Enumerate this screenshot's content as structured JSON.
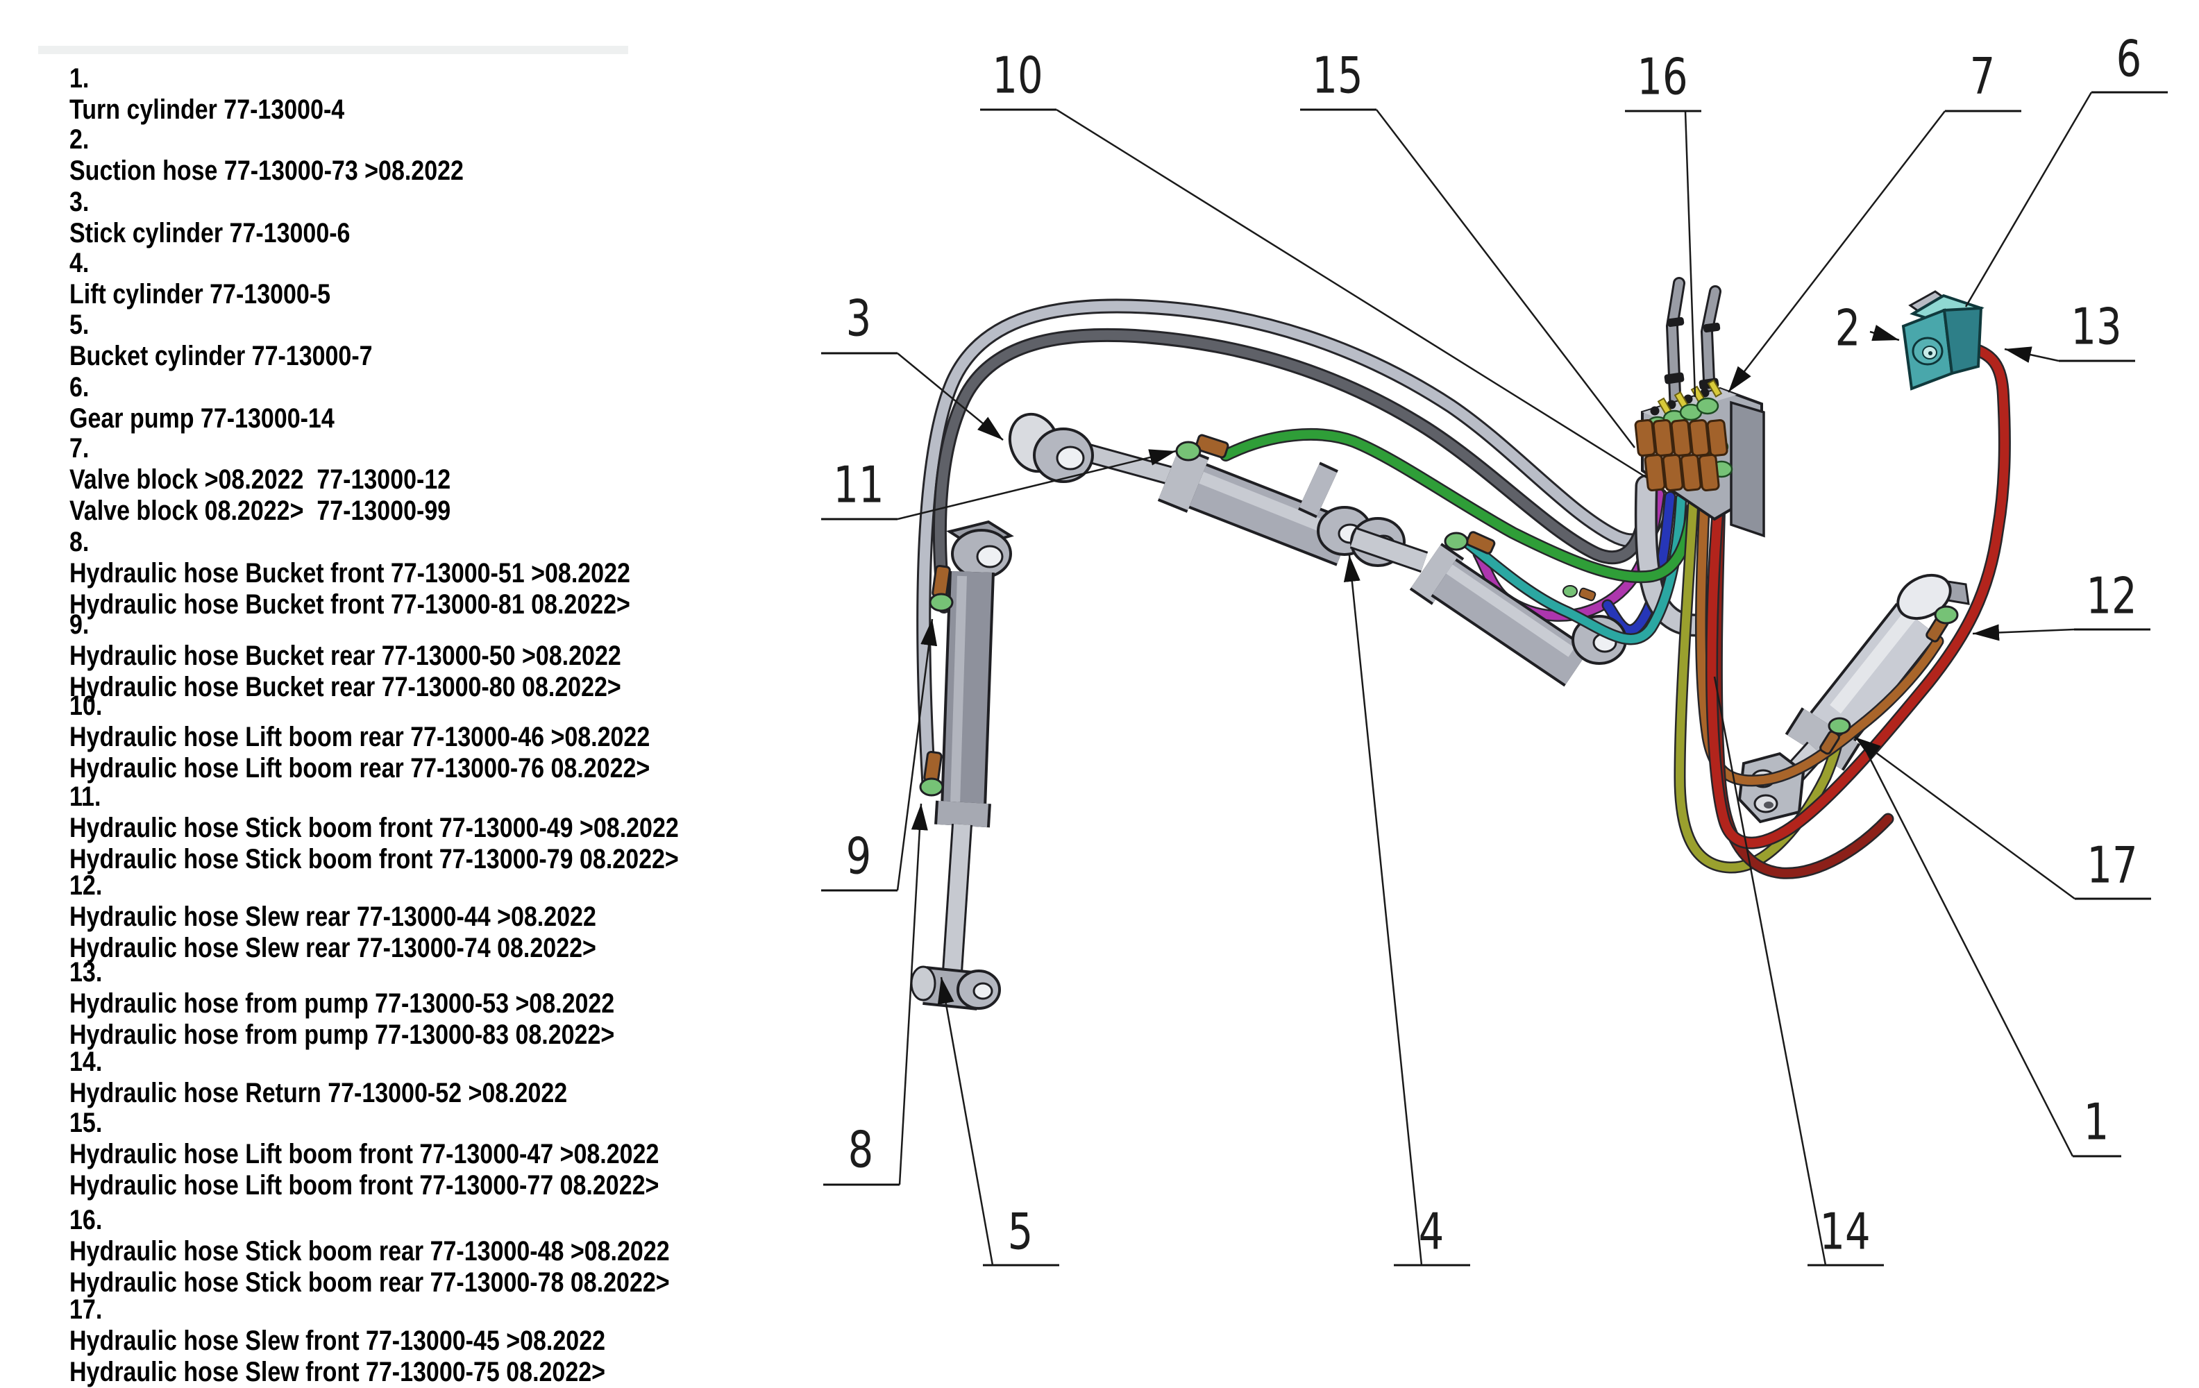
{
  "doc": {
    "type": "hydraulic parts diagram",
    "background": "#ffffff"
  },
  "parts": {
    "items": [
      {
        "no": "1.",
        "lines": [
          "Turn cylinder 77-13000-4"
        ]
      },
      {
        "no": "2.",
        "lines": [
          "Suction hose 77-13000-73 >08.2022"
        ]
      },
      {
        "no": "3.",
        "lines": [
          "Stick cylinder 77-13000-6"
        ]
      },
      {
        "no": "4.",
        "lines": [
          "Lift cylinder 77-13000-5"
        ]
      },
      {
        "no": "5.",
        "lines": [
          "Bucket cylinder 77-13000-7"
        ]
      },
      {
        "no": "6.",
        "lines": [
          "Gear pump 77-13000-14"
        ]
      },
      {
        "no": "7.",
        "lines": [
          "Valve block >08.2022  77-13000-12",
          "Valve block 08.2022>  77-13000-99"
        ]
      },
      {
        "no": "8.",
        "lines": [
          "Hydraulic hose Bucket front 77-13000-51 >08.2022",
          "Hydraulic hose Bucket front 77-13000-81 08.2022>"
        ]
      },
      {
        "no": "9.",
        "lines": [
          "Hydraulic hose Bucket rear 77-13000-50 >08.2022",
          "Hydraulic hose Bucket rear 77-13000-80 08.2022>"
        ]
      },
      {
        "no": "10.",
        "lines": [
          "Hydraulic hose Lift boom rear 77-13000-46 >08.2022",
          "Hydraulic hose Lift boom rear 77-13000-76 08.2022>"
        ]
      },
      {
        "no": "11.",
        "lines": [
          "Hydraulic hose Stick boom front 77-13000-49 >08.2022",
          "Hydraulic hose Stick boom front 77-13000-79 08.2022>"
        ]
      },
      {
        "no": "12.",
        "lines": [
          "Hydraulic hose Slew rear 77-13000-44 >08.2022",
          "Hydraulic hose Slew rear 77-13000-74 08.2022>"
        ]
      },
      {
        "no": "13.",
        "lines": [
          "Hydraulic hose from pump 77-13000-53 >08.2022",
          "Hydraulic hose from pump 77-13000-83 08.2022>"
        ]
      },
      {
        "no": "14.",
        "lines": [
          "Hydraulic hose Return 77-13000-52 >08.2022"
        ]
      },
      {
        "no": "15.",
        "lines": [
          "Hydraulic hose Lift boom front 77-13000-47 >08.2022",
          "Hydraulic hose Lift boom front 77-13000-77 08.2022>"
        ]
      },
      {
        "no": "16.",
        "lines": [
          "Hydraulic hose Stick boom rear 77-13000-48 >08.2022",
          "Hydraulic hose Stick boom rear 77-13000-78 08.2022>"
        ]
      },
      {
        "no": "17.",
        "lines": [
          "Hydraulic hose Slew front 77-13000-45 >08.2022",
          "Hydraulic hose Slew front 77-13000-75 08.2022>"
        ]
      }
    ]
  },
  "callouts": [
    {
      "n": "1"
    },
    {
      "n": "2"
    },
    {
      "n": "3"
    },
    {
      "n": "4"
    },
    {
      "n": "5"
    },
    {
      "n": "6"
    },
    {
      "n": "7"
    },
    {
      "n": "8"
    },
    {
      "n": "9"
    },
    {
      "n": "10"
    },
    {
      "n": "11"
    },
    {
      "n": "12"
    },
    {
      "n": "13"
    },
    {
      "n": "14"
    },
    {
      "n": "15"
    },
    {
      "n": "16"
    },
    {
      "n": "17"
    }
  ],
  "colors": {
    "hose-silver": "#b9bdc7",
    "hose-darkgray": "#5f6168",
    "hose-green": "#2f9e38",
    "hose-teal": "#2ba7a2",
    "hose-magenta": "#ad36ad",
    "hose-blue": "#2636b8",
    "hose-olive": "#9aa02e",
    "hose-brown": "#a9652a",
    "hose-red": "#b2241c",
    "hose-maroon": "#8c2019",
    "metal-light": "#c9ccd4",
    "metal-mid": "#a8abb5",
    "metal-dark": "#8e919c",
    "pump-top": "#8fd8d2",
    "pump-front": "#49a7ab",
    "pump-side": "#2e7f88",
    "fitting-green": "#76c276",
    "fitting-brown": "#a2622b",
    "handle-yellow": "#d8ca3a",
    "line": "#1a1a1a",
    "text": "#000000",
    "background": "#ffffff"
  }
}
